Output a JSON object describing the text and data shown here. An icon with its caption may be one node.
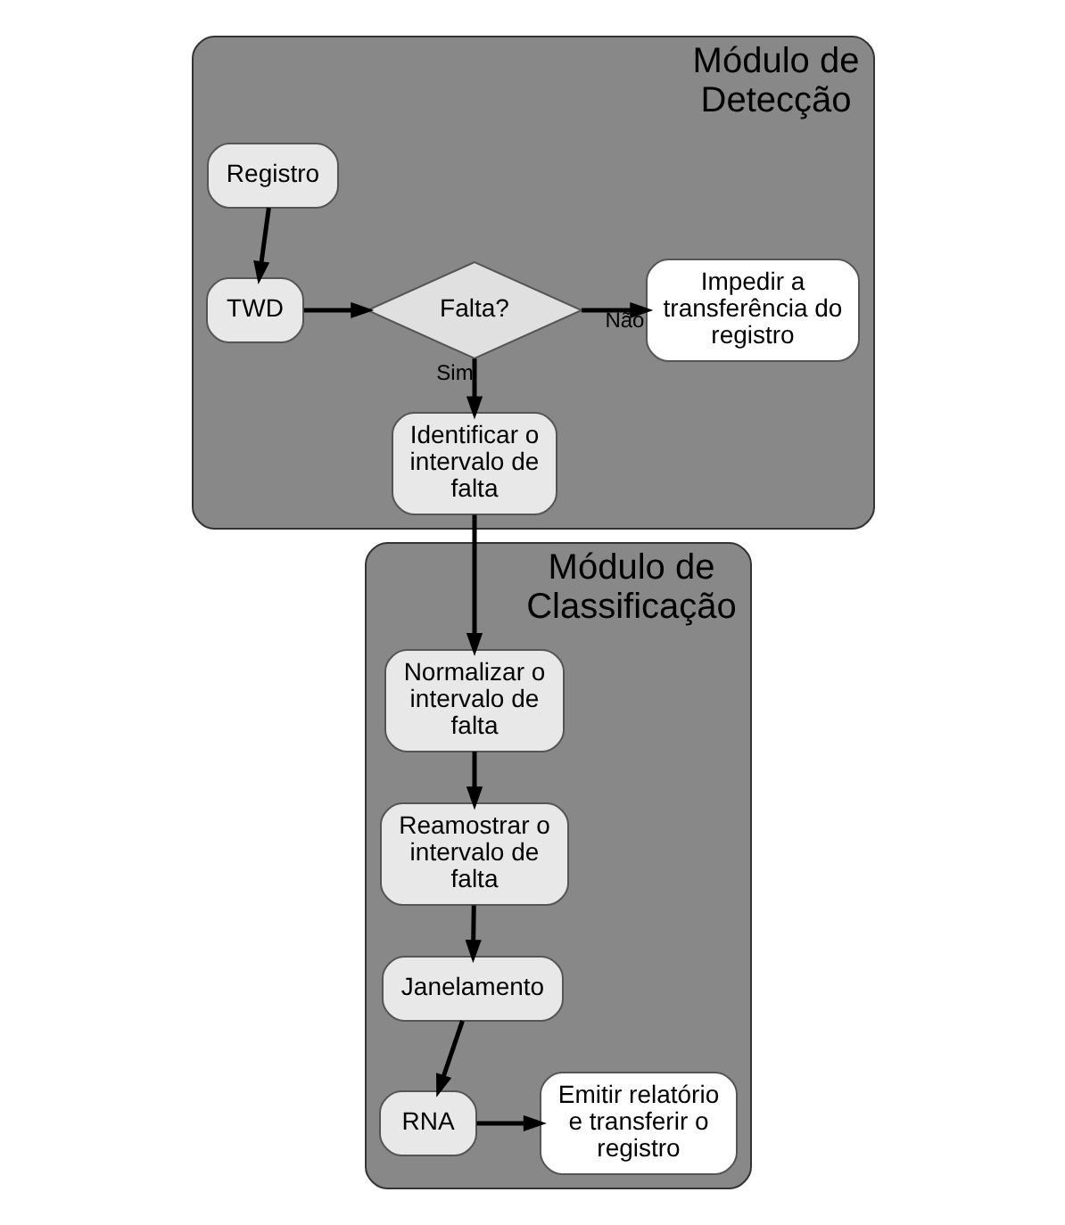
{
  "diagram": {
    "nodes": [
      {
        "text": [
          "Módulo de Detecção"
        ]
      },
      {
        "text": [
          "Registro"
        ],
        "in": 0
      },
      {
        "text": [
          "TWD"
        ],
        "in": 0
      },
      {
        "text": [
          "Falta?"
        ],
        "in": 0
      },
      {
        "text": [
          "Impedir a transferência do registro"
        ],
        "in": 0
      },
      {
        "text": [
          "Identificar o intervalo de falta"
        ],
        "in": 0
      },
      {
        "text": [
          "Módulo de Classificação"
        ]
      },
      {
        "text": [
          "Normalizar o intervalo de falta"
        ],
        "in": 6
      },
      {
        "text": [
          "Reamostrar o intervalo de falta"
        ],
        "in": 6
      },
      {
        "text": [
          "Janelamento"
        ],
        "in": 6
      },
      {
        "text": [
          "RNA"
        ],
        "in": 6
      },
      {
        "text": [
          "Emitir relatório e transferir o registro"
        ],
        "in": 6
      }
    ],
    "edges": [
      {
        "from": 1,
        "to": 2,
        "arrow": "to"
      },
      {
        "from": 2,
        "to": 3,
        "arrow": "to"
      },
      {
        "from": 3,
        "to": 4,
        "arrow": "to",
        "label": "Não"
      },
      {
        "from": 3,
        "to": 5,
        "arrow": "to",
        "label": "Sim"
      },
      {
        "from": 5,
        "to": 7,
        "arrow": "to"
      },
      {
        "from": 7,
        "to": 8,
        "arrow": "to"
      },
      {
        "from": 8,
        "to": 9,
        "arrow": "to"
      },
      {
        "from": 9,
        "to": 10,
        "arrow": "to"
      },
      {
        "from": 10,
        "to": 11,
        "arrow": "to"
      }
    ]
  }
}
